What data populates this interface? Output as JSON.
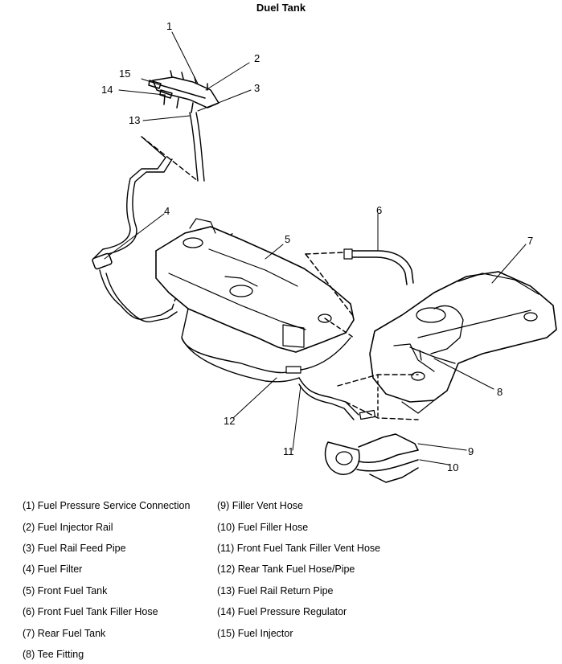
{
  "title": "Duel Tank",
  "callouts": [
    "1",
    "2",
    "3",
    "4",
    "5",
    "6",
    "7",
    "8",
    "9",
    "10",
    "11",
    "12",
    "13",
    "14",
    "15"
  ],
  "legend": {
    "left": [
      "(1) Fuel Pressure Service Connection",
      "(2) Fuel Injector Rail",
      "(3) Fuel Rail Feed Pipe",
      "(4) Fuel Filter",
      "(5) Front Fuel Tank",
      "(6) Front Fuel Tank Filler Hose",
      "(7) Rear Fuel Tank",
      "(8) Tee Fitting"
    ],
    "right": [
      "(9) Filler Vent Hose",
      "(10) Fuel Filler Hose",
      "(11) Front Fuel Tank Filler Vent Hose",
      "(12) Rear Tank Fuel Hose/Pipe",
      "(13) Fuel Rail Return Pipe",
      "(14) Fuel Pressure Regulator",
      "(15) Fuel Injector"
    ]
  }
}
